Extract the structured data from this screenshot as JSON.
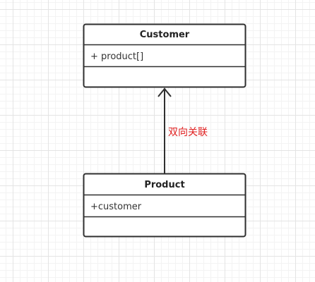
{
  "colors": {
    "stroke": "#2f2f2f",
    "label": "#e02020",
    "fill": "#ffffff"
  },
  "classes": {
    "customer": {
      "name": "Customer",
      "attribute": "+ product[]"
    },
    "product": {
      "name": "Product",
      "attribute": "+customer"
    }
  },
  "association": {
    "label": "双向关联"
  }
}
